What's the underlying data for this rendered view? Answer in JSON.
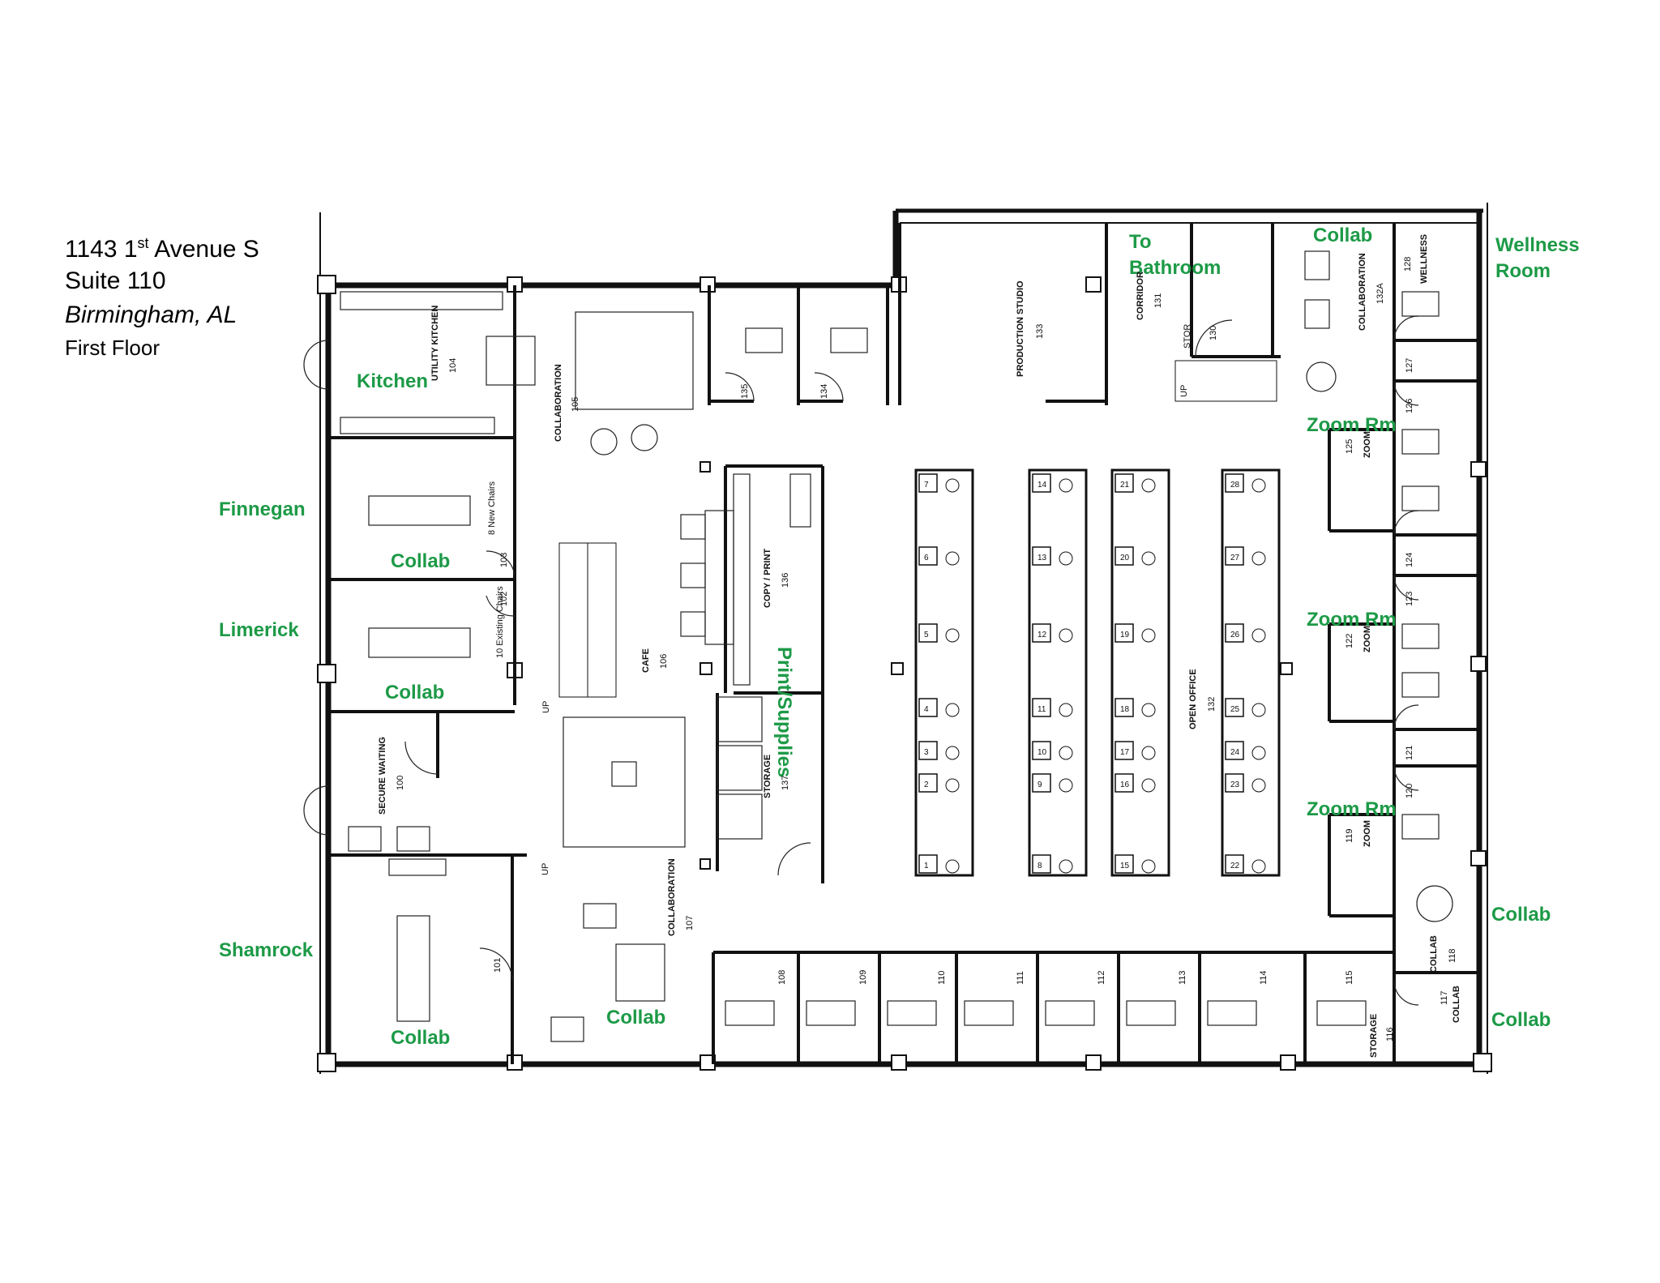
{
  "header": {
    "address_line": "1143 1",
    "address_sup": "st",
    "address_rest": " Avenue S",
    "suite": "Suite 110",
    "city": "Birmingham, AL",
    "floor": "First Floor"
  },
  "colors": {
    "label_green": "#1d9a47",
    "line": "#111111"
  },
  "labels": {
    "kitchen": "Kitchen",
    "finnegan": "Finnegan",
    "limerick": "Limerick",
    "shamrock": "Shamrock",
    "collab_finnegan": "Collab",
    "collab_limerick": "Collab",
    "collab_shamrock": "Collab",
    "collab_107": "Collab",
    "collab_top": "Collab",
    "collab_118": "Collab",
    "collab_117": "Collab",
    "to": "To",
    "bathroom": "Bathroom",
    "wellness": "Wellness",
    "room": "Room",
    "zoom_125": "Zoom Rm",
    "zoom_122": "Zoom Rm",
    "zoom_119": "Zoom Rm",
    "print_supplies": "Print/Supplies"
  },
  "rooms": {
    "utility_kitchen": "UTILITY KITCHEN",
    "n104": "104",
    "collaboration_105": "COLLABORATION",
    "n105": "105",
    "n135": "135",
    "n134": "134",
    "production_studio": "PRODUCTION STUDIO",
    "n133": "133",
    "corridor": "CORRIDOR",
    "n131": "131",
    "stor": "STOR",
    "n130": "130",
    "collaboration_132a": "COLLABORATION",
    "n132a": "132A",
    "wellness_128": "WELLNESS",
    "n128": "128",
    "n127": "127",
    "n126": "126",
    "n125": "125",
    "zoom_125": "ZOOM",
    "n124": "124",
    "n123": "123",
    "n122": "122",
    "zoom_122": "ZOOM",
    "n121": "121",
    "n120": "120",
    "n119": "119",
    "zoom_119": "ZOOM",
    "collab_118": "COLLAB",
    "n118": "118",
    "collab_117": "COLLAB",
    "n117": "117",
    "storage_116": "STORAGE",
    "n116": "116",
    "n103": "103",
    "n102": "102",
    "note_8_new": "8 New Chairs",
    "note_10_existing": "10 Existing Chairs",
    "copy_print": "COPY / PRINT",
    "n136": "136",
    "cafe": "CAFE",
    "n106": "106",
    "storage_137": "STORAGE",
    "n137": "137",
    "open_office": "OPEN OFFICE",
    "n132": "132",
    "secure_waiting": "SECURE WAITING",
    "n100": "100",
    "n101": "101",
    "collaboration_107": "COLLABORATION",
    "n107": "107",
    "up1": "UP",
    "up2": "UP",
    "up3": "UP",
    "offices": [
      "108",
      "109",
      "110",
      "111",
      "112",
      "113",
      "114",
      "115"
    ]
  },
  "desks": {
    "col1": [
      "7",
      "6",
      "5",
      "4",
      "3",
      "2",
      "1"
    ],
    "col2": [
      "14",
      "13",
      "12",
      "11",
      "10",
      "9",
      "8"
    ],
    "col3": [
      "21",
      "20",
      "19",
      "18",
      "17",
      "16",
      "15"
    ],
    "col4": [
      "28",
      "27",
      "26",
      "25",
      "24",
      "23",
      "22"
    ]
  }
}
